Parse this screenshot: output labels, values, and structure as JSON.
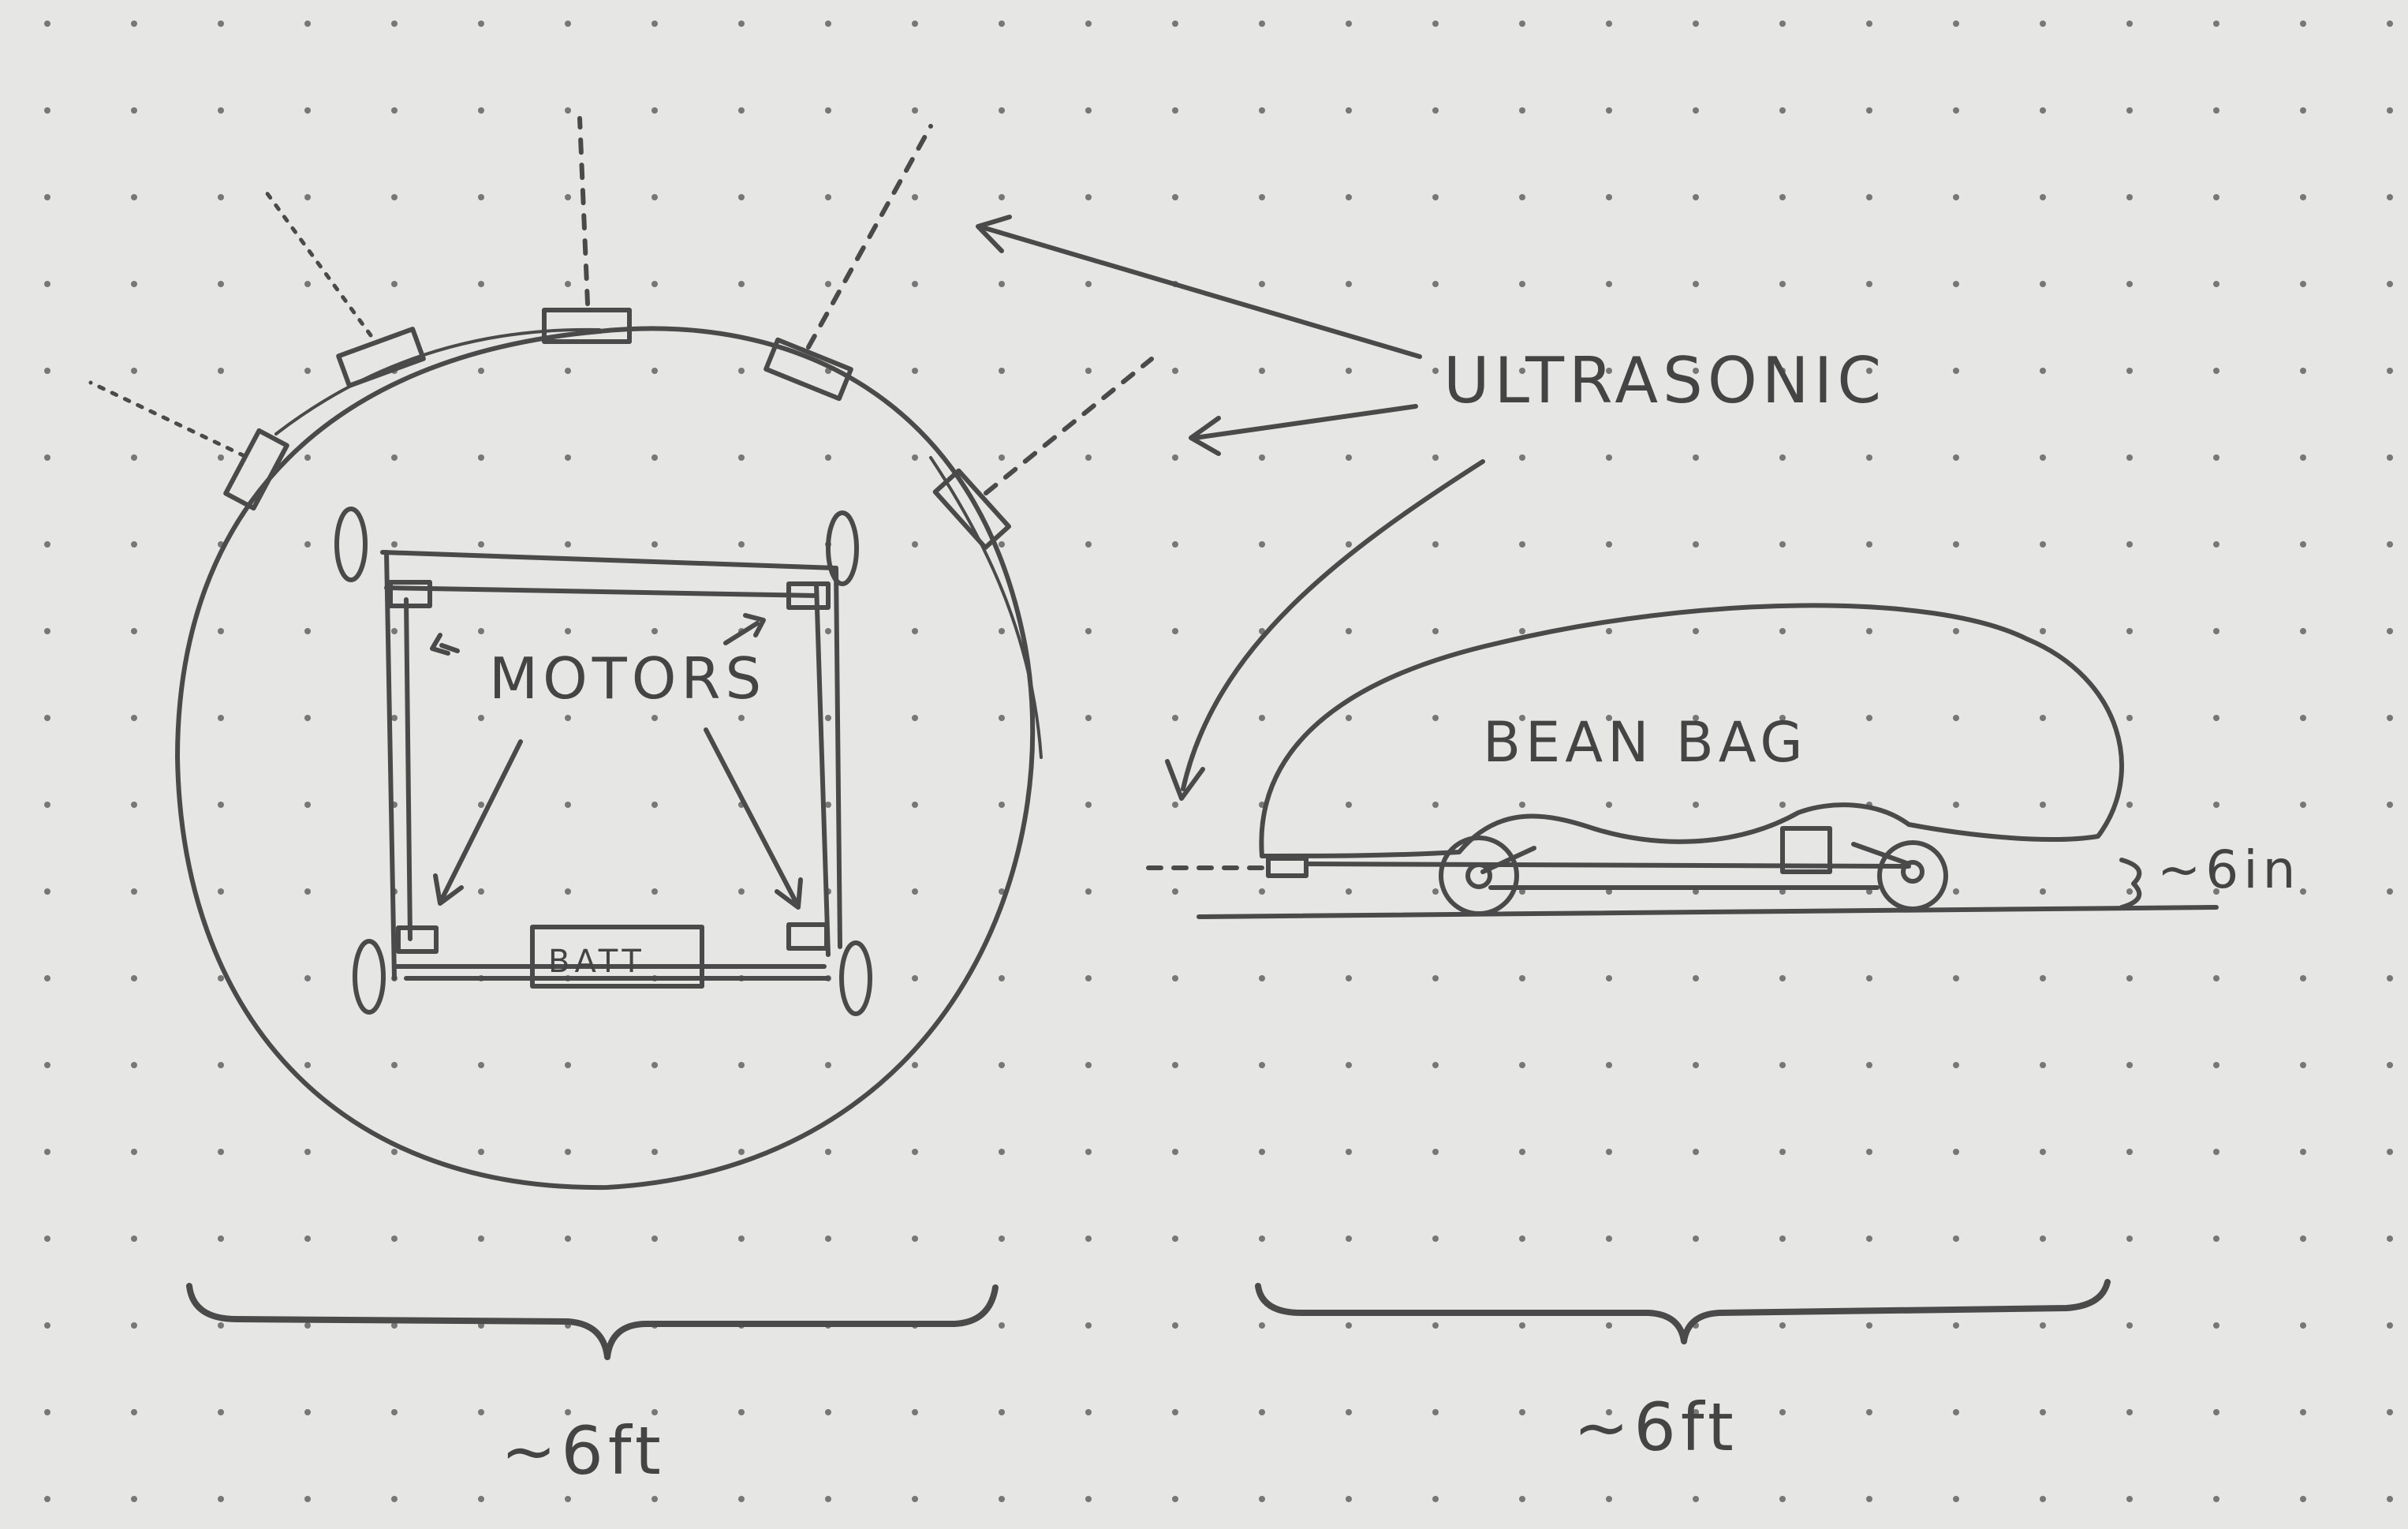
{
  "labels": {
    "ultrasonic": "ULTRASONIC",
    "motors": "MOTORS",
    "batt": "BATT",
    "bean_bag": "BEAN BAG",
    "clearance": "~6in",
    "top_width": "~6ft",
    "side_width": "~6ft"
  },
  "colors": {
    "paper": "#e6e6e4",
    "pencil": "#4a4a4a",
    "dot": "#777777"
  }
}
